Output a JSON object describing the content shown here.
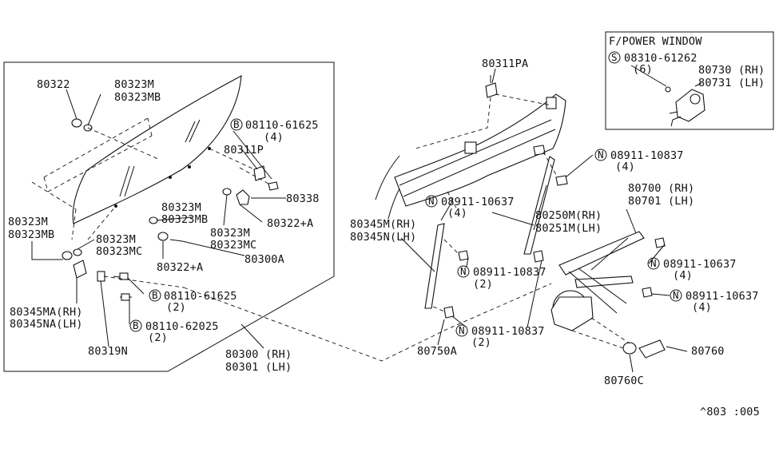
{
  "callouts": {
    "c80322": "80322",
    "c80323m_a": "80323M",
    "c80323mb_a": "80323MB",
    "c08110_61625_a": "08110-61625",
    "q4_a": "(4)",
    "c80311p": "80311P",
    "c80338": "80338",
    "c80322a_a": "80322+A",
    "c80323m_b": "80323M",
    "c80323mb_b": "80323MB",
    "c80323m_c": "80323M",
    "c80323mc_c": "80323MC",
    "c80323m_d": "80323M",
    "c80323mb_d": "80323MB",
    "c80323m_e": "80323M",
    "c80323mc_e": "80323MC",
    "c80322a_b": "80322+A",
    "c80300a": "80300A",
    "c08110_61625_b": "08110-61625",
    "q2_b": "(2)",
    "c80345ma": "80345MA(RH)",
    "c80345na": "80345NA(LH)",
    "c08110_62025": "08110-62025",
    "q2_c": "(2)",
    "c80319n": "80319N",
    "c80300": "80300 (RH)",
    "c80301": "80301 (LH)",
    "c80311pa": "80311PA",
    "c08911_10837_a": "08911-10837",
    "q4_d": "(4)",
    "c08911_10637_a": "08911-10637",
    "q4_e": "(4)",
    "c80345m": "80345M(RH)",
    "c80345n": "80345N(LH)",
    "c80250m": "80250M(RH)",
    "c80251m": "80251M(LH)",
    "c08911_10837_b": "08911-10837",
    "q2_f": "(2)",
    "c08911_10837_c": "08911-10837",
    "q2_g": "(2)",
    "c80750a": "80750A",
    "c80700": "80700 (RH)",
    "c80701": "80701 (LH)",
    "c08911_10637_b": "08911-10637",
    "q4_h": "(4)",
    "c08911_10637_c": "08911-10637",
    "q4_i": "(4)",
    "c80760": "80760",
    "c80760c": "80760C"
  },
  "prefix_letters": {
    "b": "B",
    "n": "N",
    "s": "S"
  },
  "inset": {
    "title": "F/POWER WINDOW",
    "c08310_61262": "08310-61262",
    "q6": "(6)",
    "c80730": "80730 (RH)",
    "c80731": "80731 (LH)"
  },
  "footer_code": "^803 :005"
}
